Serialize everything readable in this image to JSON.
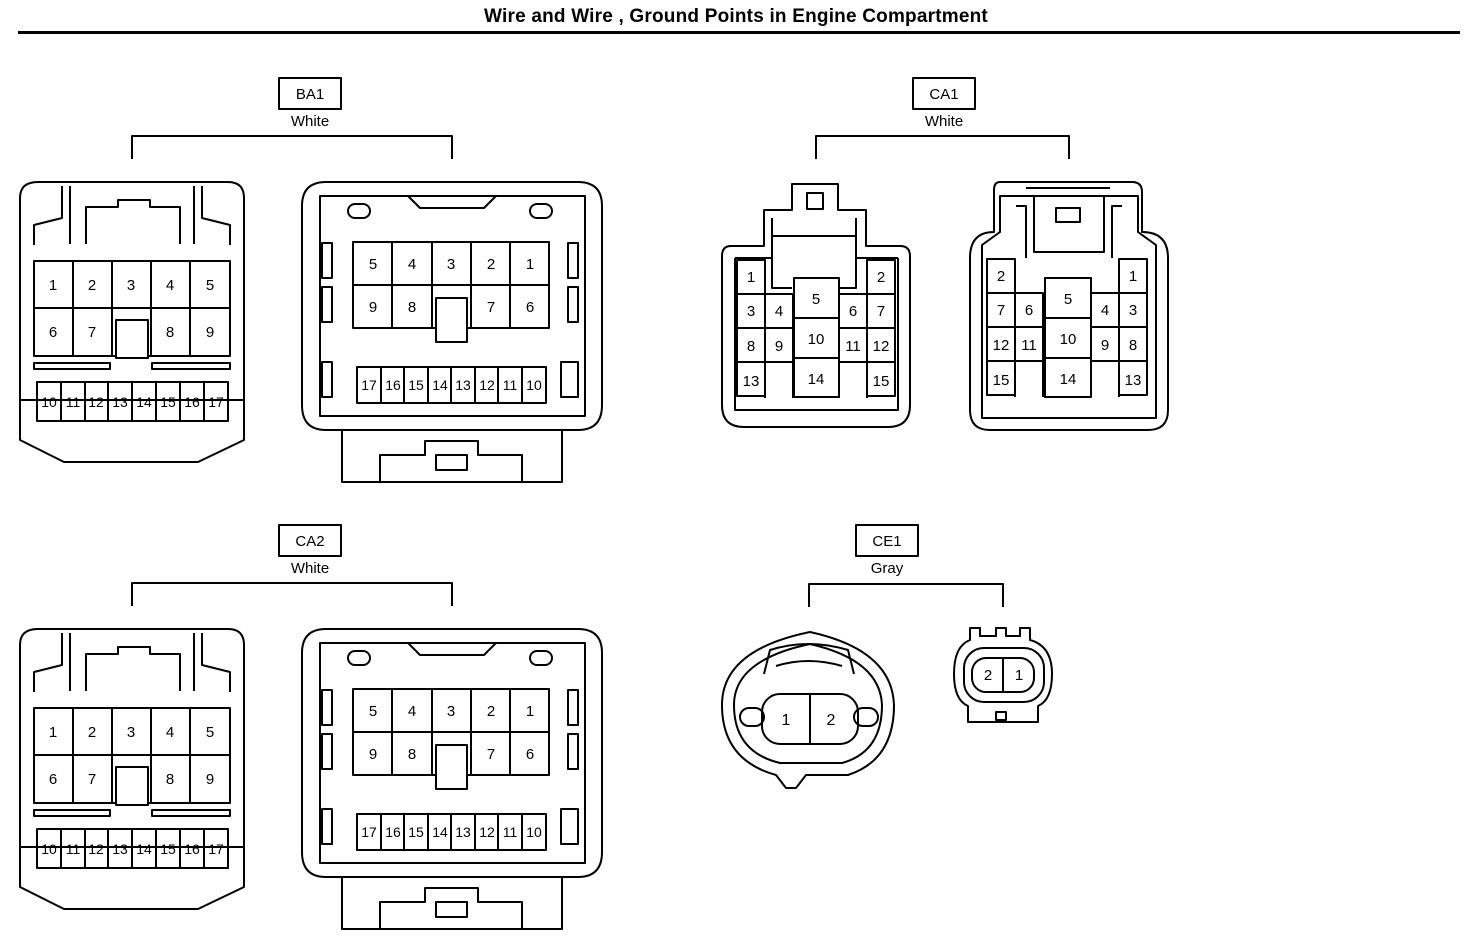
{
  "title": "Wire and Wire , Ground Points in Engine Compartment",
  "connectors": [
    {
      "id": "BA1",
      "color": "White",
      "female_pins_top": [
        "1",
        "2",
        "3",
        "4",
        "5"
      ],
      "female_pins_mid": [
        "6",
        "7",
        "8",
        "9"
      ],
      "female_pins_bottom": [
        "10",
        "11",
        "12",
        "13",
        "14",
        "15",
        "16",
        "17"
      ],
      "male_pins_top": [
        "5",
        "4",
        "3",
        "2",
        "1"
      ],
      "male_pins_mid": [
        "9",
        "8",
        "7",
        "6"
      ],
      "male_pins_bottom": [
        "17",
        "16",
        "15",
        "14",
        "13",
        "12",
        "11",
        "10"
      ]
    },
    {
      "id": "CA1",
      "color": "White",
      "female_pins": [
        "1",
        "2",
        "3",
        "4",
        "5",
        "6",
        "7",
        "8",
        "9",
        "10",
        "11",
        "12",
        "13",
        "14",
        "15"
      ],
      "male_pins": [
        "2",
        "1",
        "7",
        "6",
        "5",
        "4",
        "3",
        "12",
        "11",
        "10",
        "9",
        "8",
        "15",
        "14",
        "13"
      ]
    },
    {
      "id": "CA2",
      "color": "White",
      "female_pins_top": [
        "1",
        "2",
        "3",
        "4",
        "5"
      ],
      "female_pins_mid": [
        "6",
        "7",
        "8",
        "9"
      ],
      "female_pins_bottom": [
        "10",
        "11",
        "12",
        "13",
        "14",
        "15",
        "16",
        "17"
      ],
      "male_pins_top": [
        "5",
        "4",
        "3",
        "2",
        "1"
      ],
      "male_pins_mid": [
        "9",
        "8",
        "7",
        "6"
      ],
      "male_pins_bottom": [
        "17",
        "16",
        "15",
        "14",
        "13",
        "12",
        "11",
        "10"
      ]
    },
    {
      "id": "CE1",
      "color": "Gray",
      "female_pins": [
        "1",
        "2"
      ],
      "male_pins": [
        "2",
        "1"
      ]
    }
  ]
}
